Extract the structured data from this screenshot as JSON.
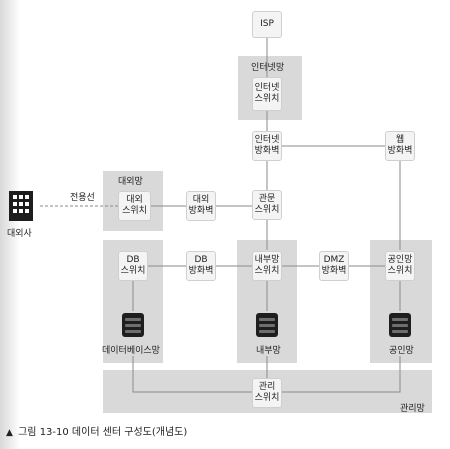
{
  "nodes": {
    "isp": "ISP",
    "internet_switch": "인터넷\n스위치",
    "internet_firewall": "인터넷\n방화벽",
    "web_firewall": "웹\n방화벽",
    "external_switch": "대외\n스위치",
    "external_firewall": "대외\n방화벽",
    "gateway_switch": "관문\n스위치",
    "db_switch": "DB\n스위치",
    "db_firewall": "DB\n방화벽",
    "internal_switch": "내부망\n스위치",
    "dmz_firewall": "DMZ\n방화벽",
    "public_switch": "공인망\n스위치",
    "mgmt_switch": "관리\n스위치"
  },
  "zones": {
    "internet": "인터넷망",
    "external": "대외망",
    "management": "관리망"
  },
  "labels": {
    "leased_line": "전용선",
    "external_org": "대외사",
    "database_net": "데이터베이스망",
    "internal_net": "내부망",
    "public_net": "공인망"
  },
  "caption": {
    "marker": "▲",
    "text": "그림 13-10 데이터 센터 구성도(개념도)"
  },
  "colors": {
    "zone_fill": "#d9d9d9",
    "node_fill": "#f4f4f4",
    "line": "#8a8a8a",
    "icon": "#1e1e1e"
  }
}
